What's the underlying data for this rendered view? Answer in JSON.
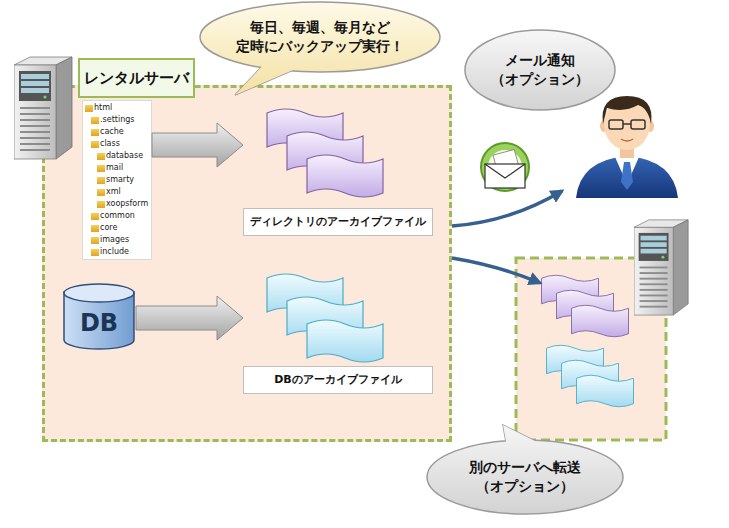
{
  "diagram": {
    "nodes": [
      {
        "text": [
          "レンタルサーバ"
        ]
      },
      {
        "text": [
          "html",
          ".settings",
          "cache",
          "class",
          "database",
          "mail",
          "smarty",
          "xml",
          "xoopsform",
          "common",
          "core",
          "images",
          "include"
        ],
        "in": 0
      },
      {
        "text": [
          "ディレクトリのアーカイブファイル"
        ],
        "in": 0
      },
      {
        "text": [
          "DB"
        ],
        "in": 0
      },
      {
        "text": [
          "DBのアーカイブファイル"
        ],
        "in": 0
      },
      {
        "text": [
          "毎日、毎週、毎月など 定時にバックアップ実行！"
        ]
      },
      {
        "text": [
          "メール通知 （オプション）"
        ]
      },
      {
        "text": [
          "別のサーバへ転送 （オプション）"
        ]
      }
    ],
    "edges": [
      {
        "from": 1,
        "to": 2,
        "arrow": "to"
      },
      {
        "from": 3,
        "to": 4,
        "arrow": "to"
      }
    ]
  }
}
